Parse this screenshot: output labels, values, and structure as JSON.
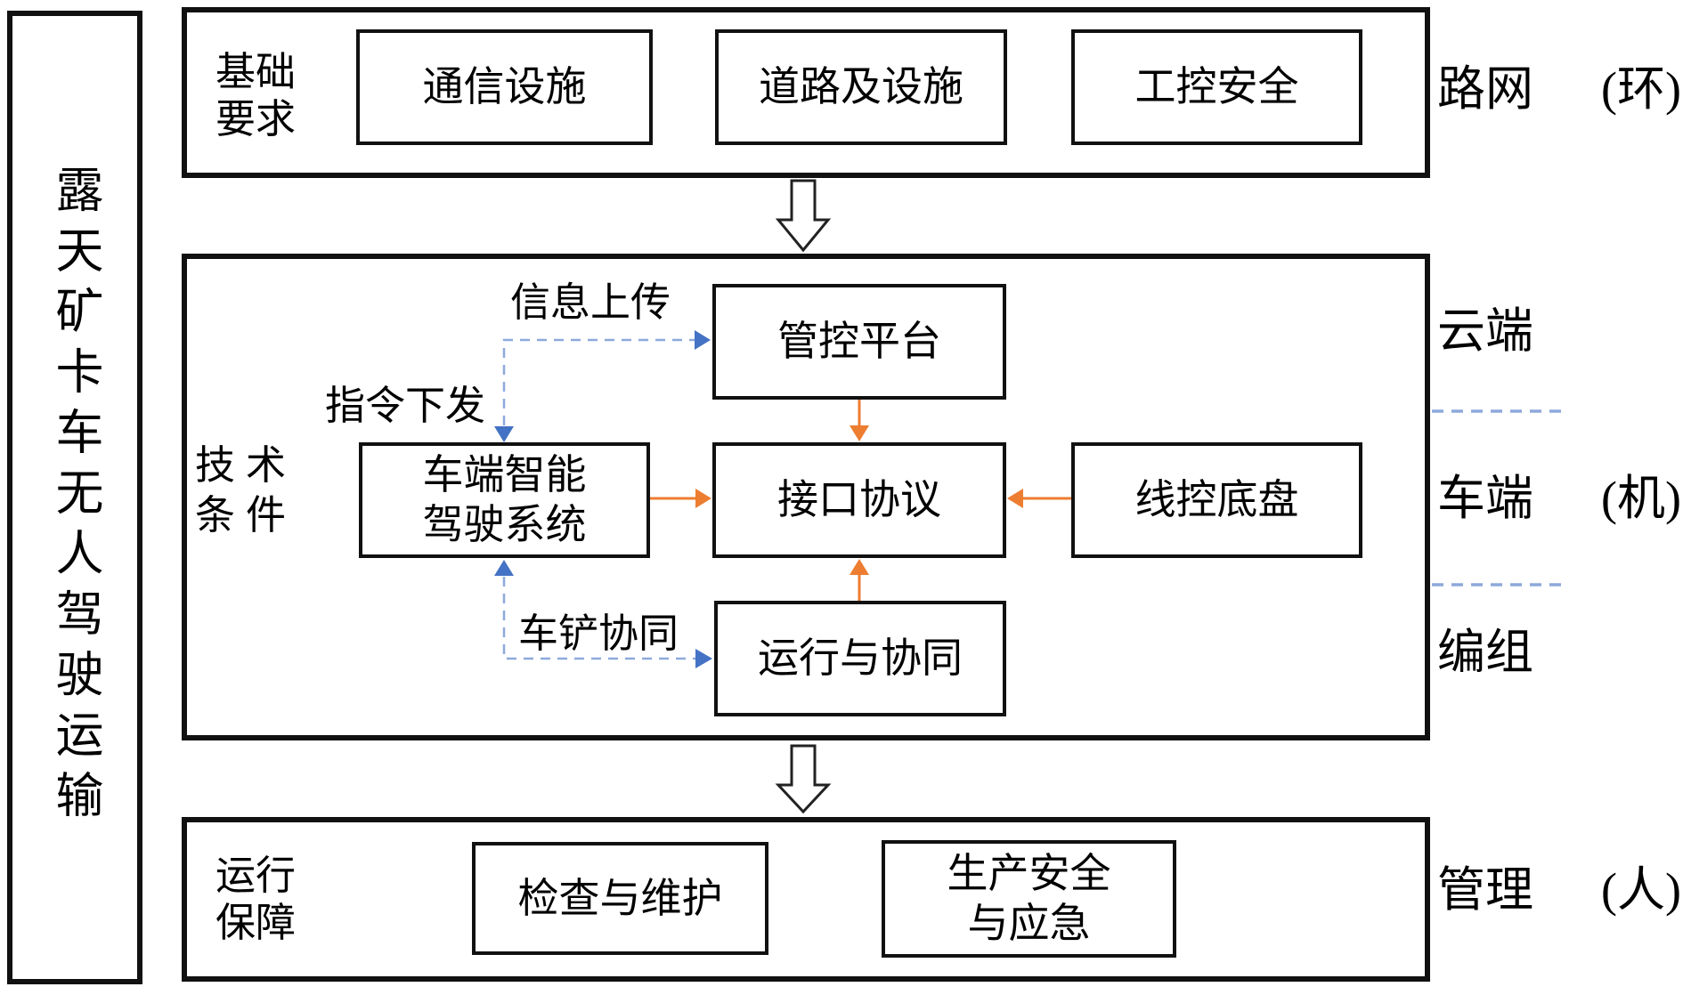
{
  "left_bar": {
    "title": "露天矿卡车无人驾驶运输"
  },
  "section_basic": {
    "label_line1": "基础",
    "label_line2": "要求",
    "box_comm": "通信设施",
    "box_road": "道路及设施",
    "box_security": "工控安全"
  },
  "section_tech": {
    "label_line1": "技术",
    "label_line2": "条件",
    "box_platform": "管控平台",
    "box_vehicle_line1": "车端智能",
    "box_vehicle_line2": "驾驶系统",
    "box_interface": "接口协议",
    "box_chassis": "线控底盘",
    "box_operation": "运行与协同",
    "flow_info_upload": "信息上传",
    "flow_command_down": "指令下发",
    "flow_truck_shovel": "车铲协同"
  },
  "section_ops": {
    "label_line1": "运行",
    "label_line2": "保障",
    "box_inspect": "检查与维护",
    "box_safety_line1": "生产安全",
    "box_safety_line2": "与应急"
  },
  "side_labels": {
    "road_net": "路网",
    "road_net_paren": "(环)",
    "cloud": "云端",
    "vehicle": "车端",
    "vehicle_paren": "(机)",
    "formation": "编组",
    "management": "管理",
    "management_paren": "(人)"
  },
  "colors": {
    "orange": "#ED7D31",
    "blue": "#4472C4",
    "light_blue": "#8EA9DB",
    "line_black": "#1a1a1a"
  }
}
